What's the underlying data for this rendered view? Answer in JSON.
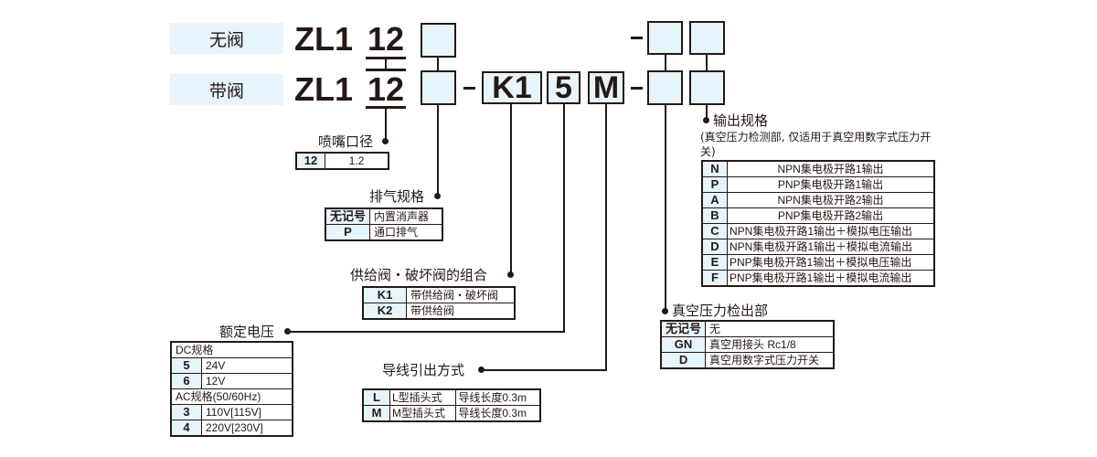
{
  "header": {
    "rows": [
      {
        "label": "无阀",
        "model": "ZL1",
        "nozzle": "12"
      },
      {
        "label": "带阀",
        "model": "ZL1",
        "nozzle": "12",
        "valve": "K1",
        "voltage": "5",
        "lead": "M"
      }
    ],
    "dash": "-"
  },
  "nozzle": {
    "title": "喷嘴口径",
    "rows": [
      {
        "code": "12",
        "value": "1.2"
      }
    ]
  },
  "exhaust": {
    "title": "排气规格",
    "rows": [
      {
        "code": "无记号",
        "value": "内置消声器"
      },
      {
        "code": "P",
        "value": "通口排气"
      }
    ]
  },
  "valve_combo": {
    "title": "供给阀・破坏阀的组合",
    "rows": [
      {
        "code": "K1",
        "value": "带供给阀・破坏阀"
      },
      {
        "code": "K2",
        "value": "带供给阀"
      }
    ]
  },
  "voltage": {
    "title": "额定电压",
    "dc_header": "DC规格",
    "dc_rows": [
      {
        "code": "5",
        "value": "24V"
      },
      {
        "code": "6",
        "value": "12V"
      }
    ],
    "ac_header": "AC规格(50/60Hz)",
    "ac_rows": [
      {
        "code": "3",
        "value": "110V[115V]"
      },
      {
        "code": "4",
        "value": "220V[230V]"
      }
    ]
  },
  "lead_wire": {
    "title": "导线引出方式",
    "rows": [
      {
        "code": "L",
        "type": "L型插头式",
        "value": "导线长度0.3m"
      },
      {
        "code": "M",
        "type": "M型插头式",
        "value": "导线长度0.3m"
      }
    ]
  },
  "vacuum_detect": {
    "title": "真空压力检出部",
    "rows": [
      {
        "code": "无记号",
        "value": "无"
      },
      {
        "code": "GN",
        "value": "真空用接头  Rc1/8"
      },
      {
        "code": "D",
        "value": "真空用数字式压力开关"
      }
    ]
  },
  "output": {
    "title": "输出规格",
    "note": "(真空压力检测部, 仅适用于真空用数字式压力开关)",
    "rows": [
      {
        "code": "N",
        "value": "NPN集电极开路1输出"
      },
      {
        "code": "P",
        "value": "PNP集电极开路1输出"
      },
      {
        "code": "A",
        "value": "NPN集电极开路2输出"
      },
      {
        "code": "B",
        "value": "PNP集电极开路2输出"
      },
      {
        "code": "C",
        "value": "NPN集电极开路1输出＋模拟电压输出"
      },
      {
        "code": "D",
        "value": "NPN集电极开路1输出＋模拟电流输出"
      },
      {
        "code": "E",
        "value": "PNP集电极开路1输出＋模拟电压输出"
      },
      {
        "code": "F",
        "value": "PNP集电极开路1输出＋模拟电流输出"
      }
    ]
  },
  "colors": {
    "box_fill": "#e6f4fc",
    "line": "#231815"
  }
}
